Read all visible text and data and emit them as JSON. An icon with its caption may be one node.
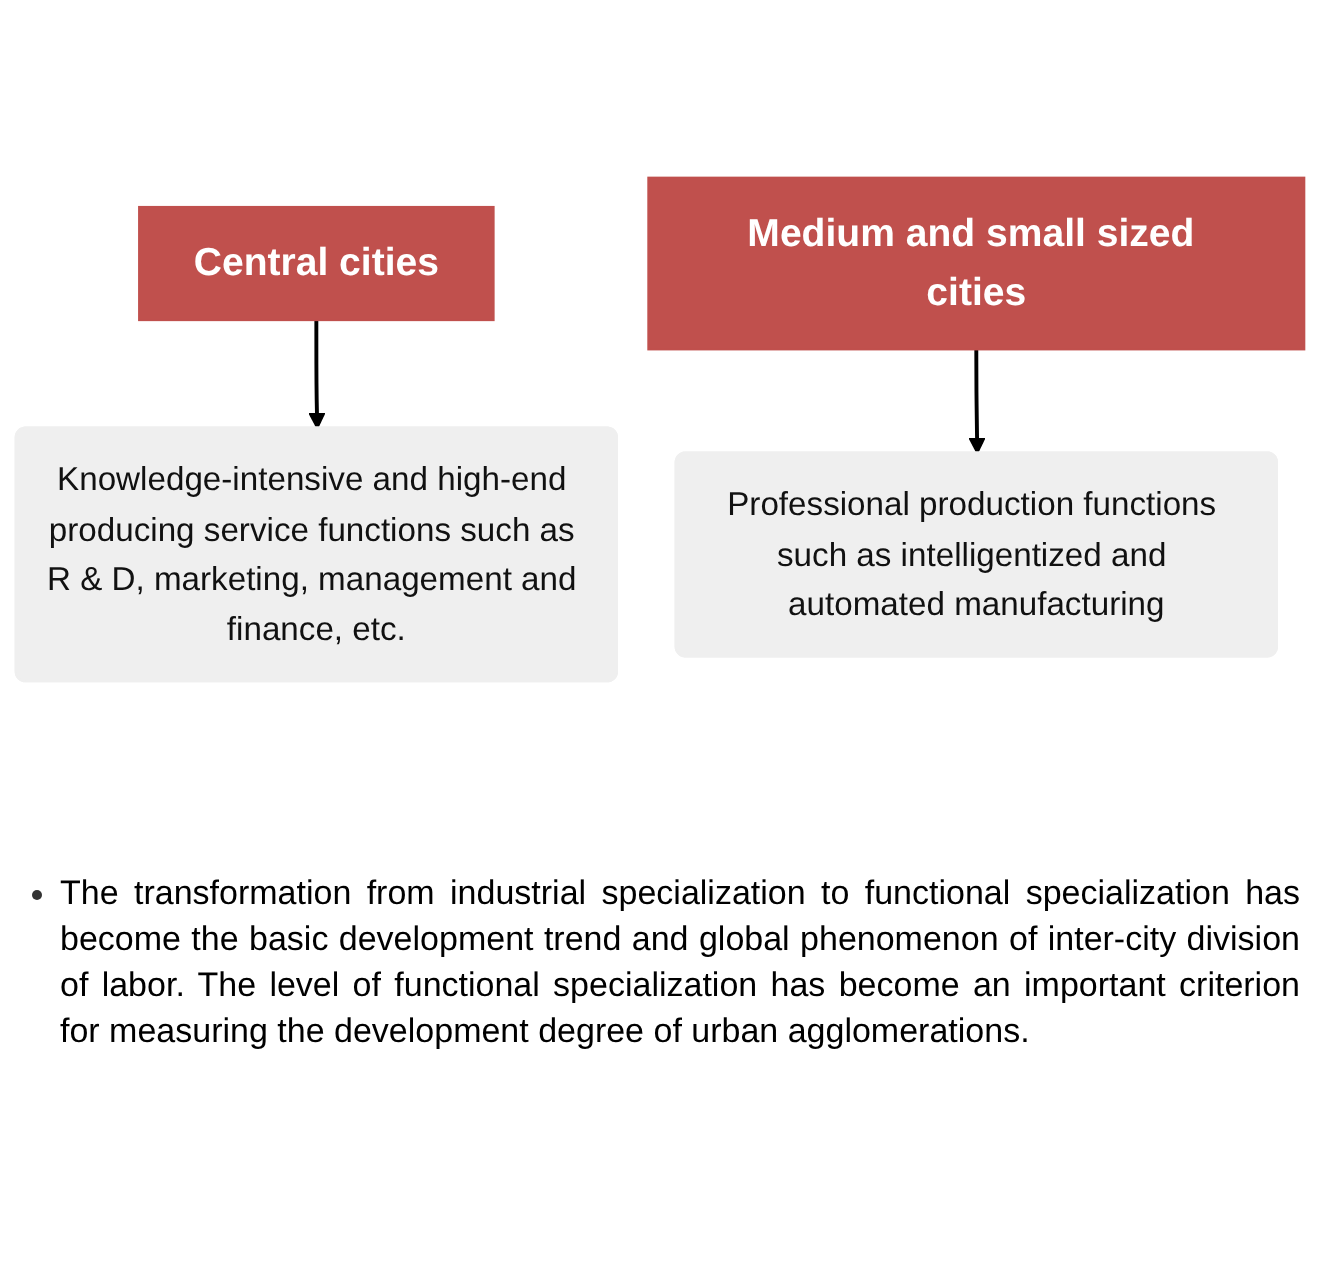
{
  "diagram": {
    "nodes": [
      {
        "text": [
          "Central cities"
        ]
      },
      {
        "text": [
          "Knowledge-intensive and high-end producing service functions such as R & D, marketing, management and finance, etc."
        ]
      },
      {
        "text": [
          "Medium and small sized cities"
        ]
      },
      {
        "text": [
          "Professional production functions such as intelligentized and automated manufacturing"
        ]
      }
    ],
    "edges": [
      {
        "from": 0,
        "to": 1,
        "arrow": "to"
      },
      {
        "from": 2,
        "to": 3,
        "arrow": "to"
      }
    ],
    "labels": [
      "The transformation from industrial specialization to functional specialization has become the basic development trend and global phenomenon of inter-city division of labor. The level of functional specialization has become an important criterion for measuring the development degree of urban agglomerations."
    ]
  }
}
